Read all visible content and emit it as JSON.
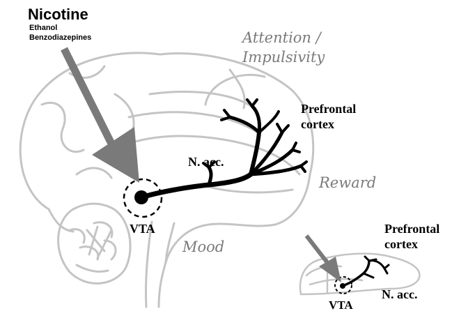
{
  "drugs": {
    "primary": "Nicotine",
    "secondary": [
      "Ethanol",
      "Benzodiazepines"
    ]
  },
  "functions": {
    "attention_line1": "Attention /",
    "attention_line2": "Impulsivity",
    "reward": "Reward",
    "mood": "Mood"
  },
  "human_brain": {
    "vta": "VTA",
    "n_acc": "N. acc.",
    "prefrontal_line1": "Prefrontal",
    "prefrontal_line2": "cortex"
  },
  "rodent_brain": {
    "vta": "VTA",
    "n_acc": "N. acc.",
    "prefrontal_line1": "Prefrontal",
    "prefrontal_line2": "cortex"
  },
  "colors": {
    "brain_outline": "#bdbdbd",
    "pathway": "#000000",
    "arrow": "#7a7a7a",
    "function_text": "#7a7a7a"
  }
}
